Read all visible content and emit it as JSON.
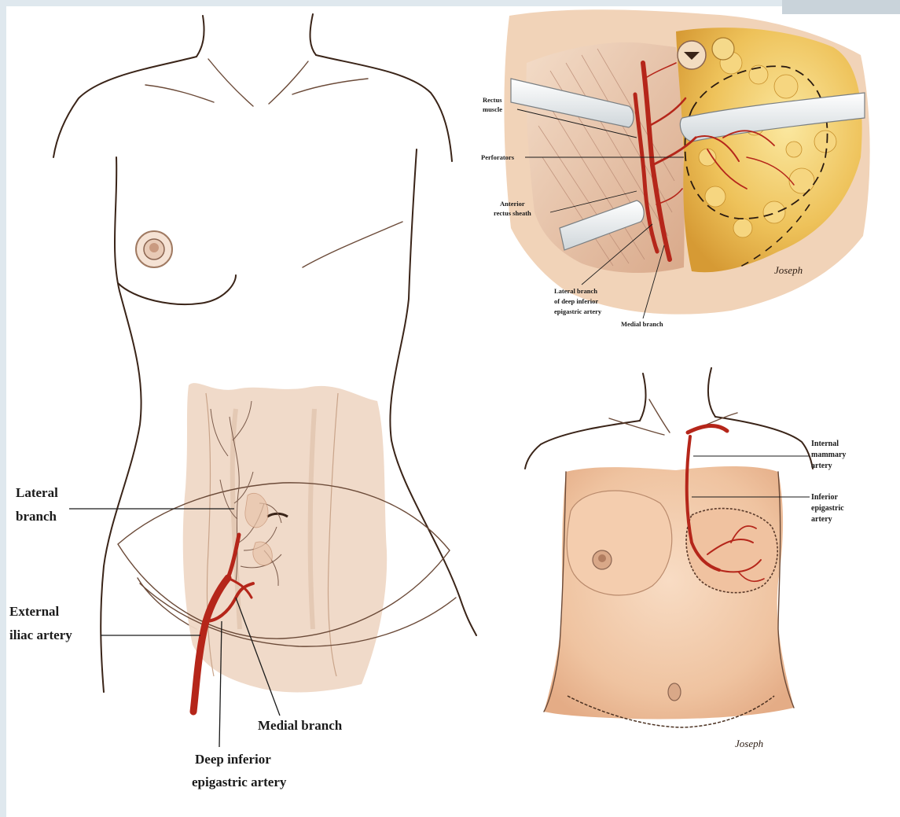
{
  "figure": {
    "left_panel": {
      "labels": {
        "lateral_branch": [
          "Lateral",
          "branch"
        ],
        "external_iliac": [
          "External",
          "iliac artery"
        ],
        "medial_branch": "Medial branch",
        "deep_inferior": [
          "Deep inferior",
          "epigastric artery"
        ]
      }
    },
    "top_right_panel": {
      "labels": {
        "rectus": [
          "Rectus",
          "muscle"
        ],
        "perforators": "Perforators",
        "anterior_sheath": [
          "Anterior",
          "rectus sheath"
        ],
        "lateral_branch_dieа": [
          "Lateral branch",
          "of deep inferior",
          "epigastric artery"
        ],
        "medial_branch": "Medial branch"
      },
      "signature": "Joseph"
    },
    "bottom_right_panel": {
      "labels": {
        "internal_mammary": [
          "Internal",
          "mammary",
          "artery"
        ],
        "inferior_epigastric": [
          "Inferior",
          "epigastric",
          "artery"
        ]
      },
      "signature": "Joseph"
    }
  },
  "colors": {
    "background": "#dfe8ee",
    "paper": "#ffffff",
    "skin": "#f0c8a8",
    "fat": "#e8b63c",
    "artery": "#b5261a",
    "muscle": "#d9a488"
  }
}
